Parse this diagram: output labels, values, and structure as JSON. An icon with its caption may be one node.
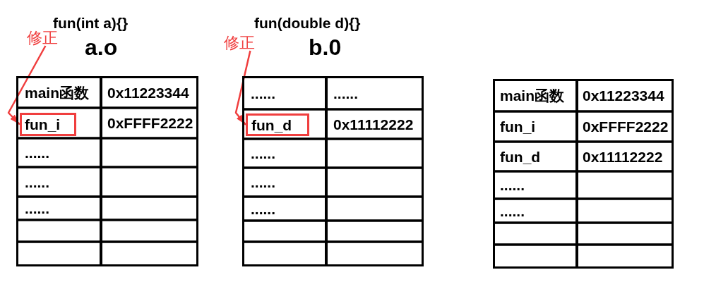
{
  "diagram": {
    "nodes": [
      {
        "text": [
          "修正"
        ]
      },
      {
        "text": [
          "fun(int a){}",
          "a.o"
        ]
      },
      {
        "text": [
          "fun_i"
        ],
        "in": 1
      },
      {
        "text": [
          "修正"
        ]
      },
      {
        "text": [
          "fun(double d){}",
          "b.0"
        ]
      },
      {
        "text": [
          "fun_d"
        ],
        "in": 4
      },
      {
        "text": [],
        "shape": "table"
      }
    ],
    "edges": [
      {
        "from": 0,
        "to": 2,
        "arrow": "to"
      },
      {
        "from": 3,
        "to": 5,
        "arrow": "to"
      }
    ],
    "labels": [
      "main函数",
      "0x11223344",
      "0xFFFF2222",
      "......",
      "......",
      "......",
      "......",
      "......",
      "0x11112222",
      "......",
      "......",
      "......",
      "main函数",
      "0x11223344",
      "fun_i",
      "0xFFFF2222",
      "fun_d",
      "0x11112222",
      "......",
      "......"
    ]
  }
}
